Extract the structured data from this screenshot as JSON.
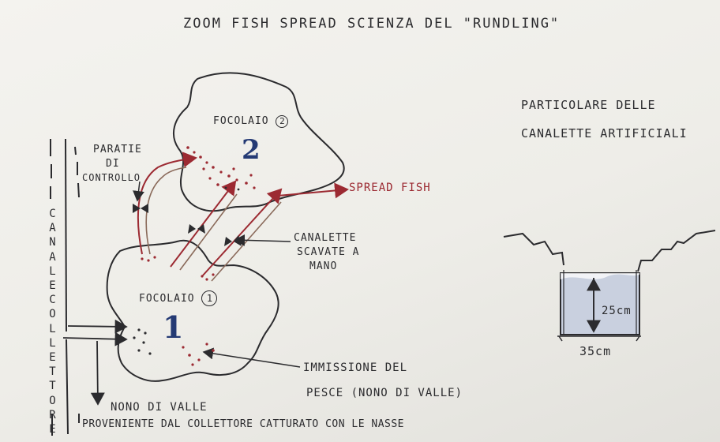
{
  "title": "ZOOM   FISH SPREAD SCIENZA DEL \"RUNDLING\"",
  "detail": {
    "line1": "PARTICOLARE DELLE",
    "line2": "CANALETTE ARTIFICIALI",
    "depth": "25cm",
    "width": "35cm"
  },
  "focolaio2": {
    "label": "FOCOLAIO",
    "circle": "2",
    "big": "2"
  },
  "focolaio1": {
    "label": "FOCOLAIO",
    "circle": "1",
    "big": "1"
  },
  "paratie": {
    "l1": "PARATIE",
    "l2": "DI",
    "l3": "CONTROLLO"
  },
  "spread": "SPREAD FISH",
  "canalette": {
    "l1": "CANALETTE",
    "l2": "SCAVATE A",
    "l3": "MANO"
  },
  "canale": "CANALE COLLETTORE",
  "immissione": {
    "l1": "IMMISSIONE DEL",
    "l2": "PESCE (NONO DI VALLE)"
  },
  "bottom": {
    "l1": "NONO DI VALLE",
    "l2": "PROVENIENTE DAL COLLETTORE CATTURATO CON LE NASSE"
  },
  "colors": {
    "ink": "#2b2b2e",
    "red": "#9c2a32",
    "blue": "#243a74"
  }
}
